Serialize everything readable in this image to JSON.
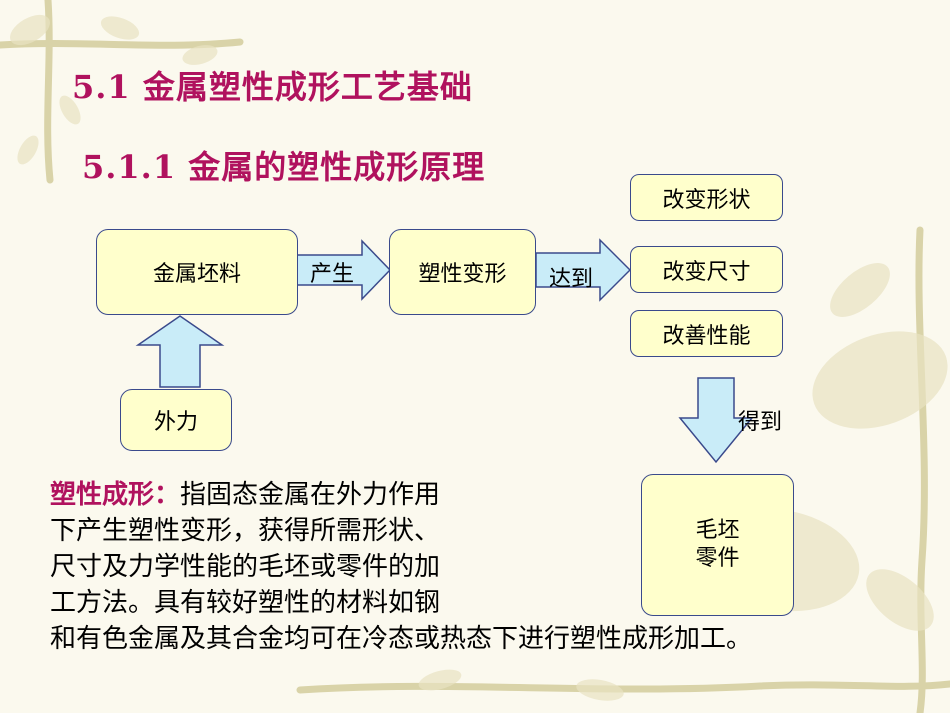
{
  "title_main": "5.1  金属塑性成形工艺基础",
  "title_sub": "5.1.1  金属的塑性成形原理",
  "diagram": {
    "box_blank": "金属坯料",
    "box_deform": "塑性变形",
    "box_force": "外力",
    "result_shape": "改变形状",
    "result_size": "改变尺寸",
    "result_property": "改善性能",
    "box_product_line1": "毛坯",
    "box_product_line2": "零件",
    "arrow_produce": "产生",
    "arrow_reach": "达到",
    "arrow_obtain": "得到"
  },
  "definition": {
    "term": "塑性成形：",
    "line1": "指固态金属在外力作用",
    "line2": "下产生塑性变形，获得所需形状、",
    "line3": "尺寸及力学性能的毛坯或零件的加",
    "line4": "工方法。具有较好塑性的材料如钢",
    "line5": "和有色金属及其合金均可在冷态或热态下进行塑性成形加工。"
  },
  "colors": {
    "title": "#b0125e",
    "box_fill": "#ffffcc",
    "box_border": "#3a4a8c",
    "arrow_fill": "#c9ecf8",
    "background": "#fbf9ee"
  }
}
